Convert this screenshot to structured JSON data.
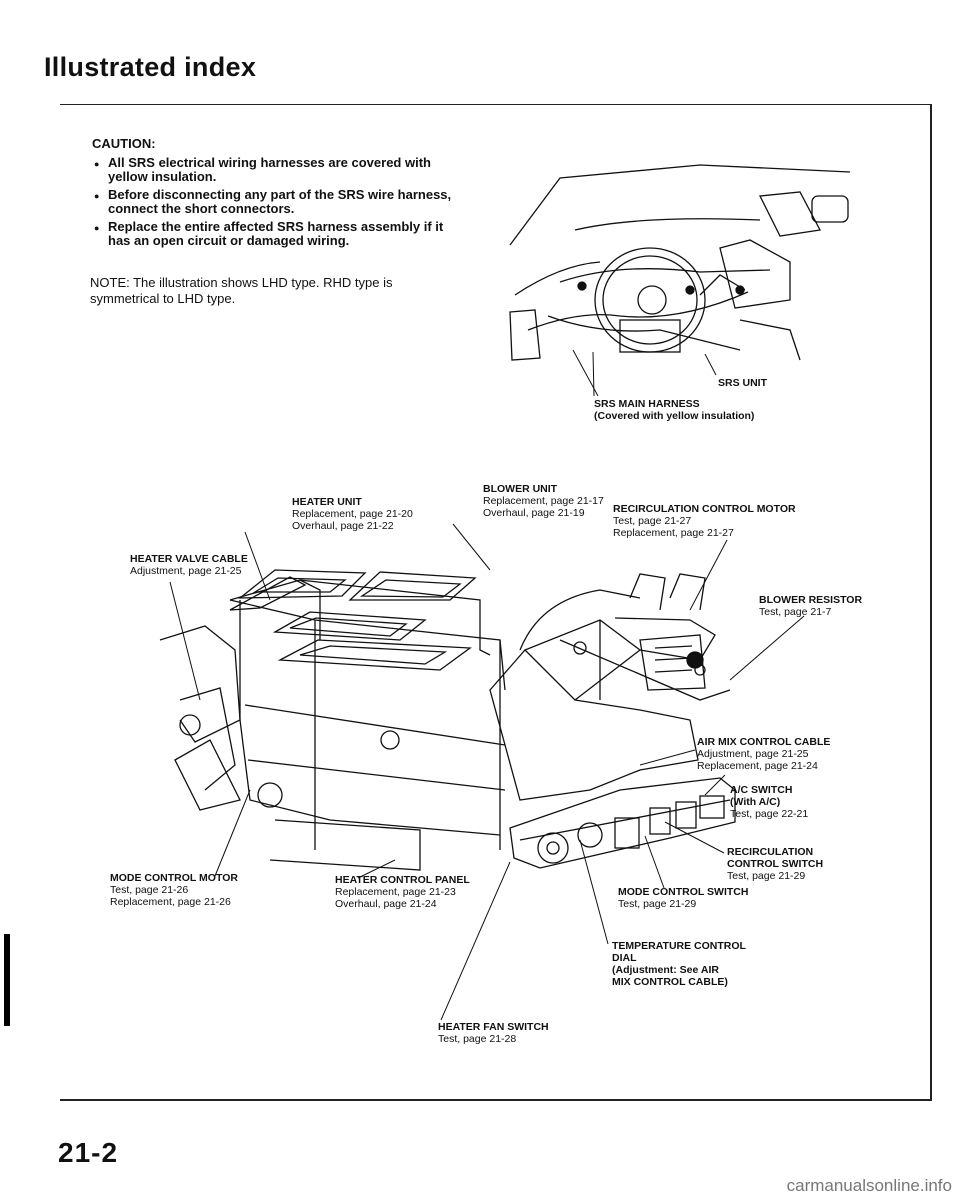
{
  "page": {
    "title": "Illustrated index",
    "page_number": "21-2",
    "watermark": "carmanualsonline.info"
  },
  "caution": {
    "heading": "CAUTION:",
    "items": [
      "All SRS electrical wiring harnesses are covered with yellow insulation.",
      "Before disconnecting any part of the SRS wire harness, connect the short connectors.",
      "Replace the entire affected SRS harness assembly if it has an open circuit or damaged wiring."
    ]
  },
  "note": "NOTE: The illustration shows LHD type. RHD type is symmetrical to LHD type.",
  "labels": {
    "srs_unit": {
      "heading": "SRS UNIT"
    },
    "srs_main_harness": {
      "heading": "SRS MAIN HARNESS",
      "sub": "(Covered with yellow insulation)"
    },
    "heater_unit": {
      "heading": "HEATER UNIT",
      "lines": [
        "Replacement, page 21-20",
        "Overhaul, page 21-22"
      ]
    },
    "blower_unit": {
      "heading": "BLOWER UNIT",
      "lines": [
        "Replacement, page 21-17",
        "Overhaul, page 21-19"
      ]
    },
    "recirculation_control_motor": {
      "heading": "RECIRCULATION CONTROL MOTOR",
      "lines": [
        "Test, page 21-27",
        "Replacement, page 21-27"
      ]
    },
    "heater_valve_cable": {
      "heading": "HEATER VALVE CABLE",
      "lines": [
        "Adjustment, page 21-25"
      ]
    },
    "blower_resistor": {
      "heading": "BLOWER RESISTOR",
      "lines": [
        "Test, page 21-7"
      ]
    },
    "air_mix_control_cable": {
      "heading": "AIR MIX CONTROL CABLE",
      "lines": [
        "Adjustment, page 21-25",
        "Replacement, page 21-24"
      ]
    },
    "ac_switch": {
      "heading": "A/C SWITCH",
      "sub": "(With A/C)",
      "lines": [
        "Test, page 22-21"
      ]
    },
    "recirculation_control_switch": {
      "heading": "RECIRCULATION",
      "heading2": "CONTROL SWITCH",
      "lines": [
        "Test, page 21-29"
      ]
    },
    "mode_control_motor": {
      "heading": "MODE CONTROL MOTOR",
      "lines": [
        "Test, page 21-26",
        "Replacement, page 21-26"
      ]
    },
    "heater_control_panel": {
      "heading": "HEATER CONTROL PANEL",
      "lines": [
        "Replacement, page 21-23",
        "Overhaul, page 21-24"
      ]
    },
    "mode_control_switch": {
      "heading": "MODE CONTROL SWITCH",
      "lines": [
        "Test, page 21-29"
      ]
    },
    "temperature_control_dial": {
      "heading": "TEMPERATURE CONTROL",
      "heading2": "DIAL",
      "sub": "(Adjustment: See AIR",
      "sub2": "MIX CONTROL CABLE)"
    },
    "heater_fan_switch": {
      "heading": "HEATER FAN SWITCH",
      "lines": [
        "Test, page 21-28"
      ]
    }
  }
}
